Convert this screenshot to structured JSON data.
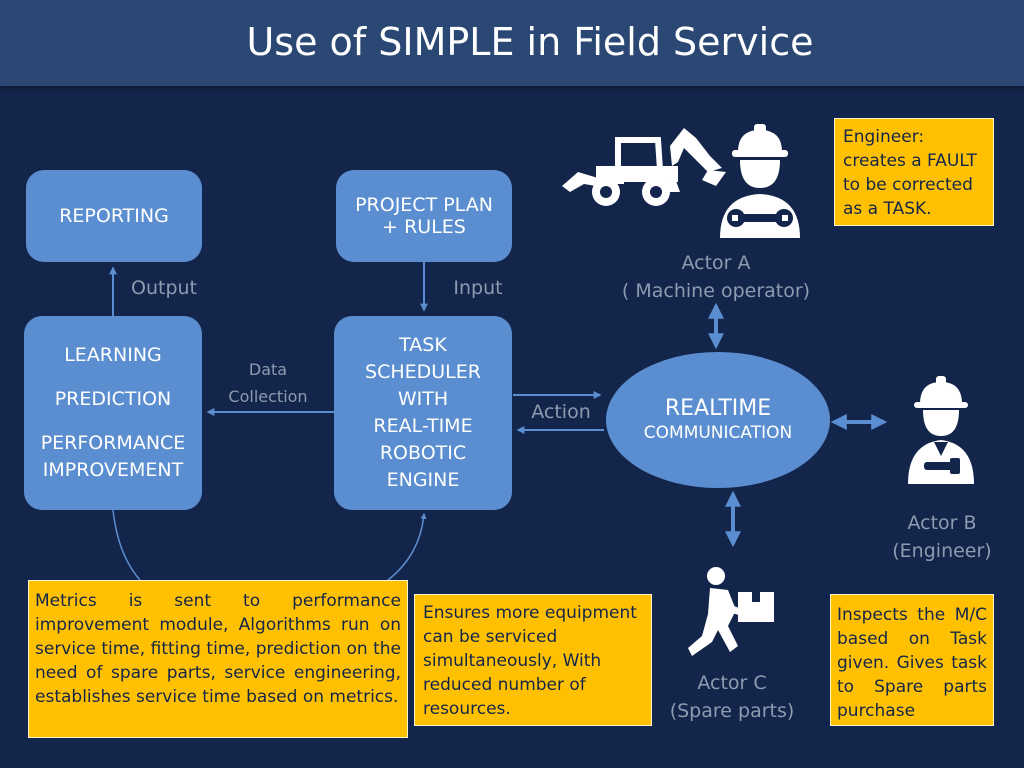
{
  "title": "Use of SIMPLE in Field Service",
  "boxes": {
    "reporting": "REPORTING",
    "project_plan_line1": "PROJECT PLAN",
    "project_plan_line2": "+ RULES",
    "learning": "LEARNING",
    "prediction": "PREDICTION",
    "performance_line1": "PERFORMANCE",
    "performance_line2": "IMPROVEMENT",
    "scheduler_lines": [
      "TASK",
      "SCHEDULER",
      "WITH",
      "REAL-TIME",
      "ROBOTIC",
      "ENGINE"
    ],
    "realtime_line1": "REALTIME",
    "realtime_line2": "COMMUNICATION"
  },
  "labels": {
    "output": "Output",
    "input": "Input",
    "data_line1": "Data",
    "data_line2": "Collection",
    "action": "Action",
    "actor_a_line1": "Actor A",
    "actor_a_line2": "( Machine operator)",
    "actor_b_line1": "Actor B",
    "actor_b_line2": "(Engineer)",
    "actor_c_line1": "Actor C",
    "actor_c_line2": "(Spare parts)"
  },
  "notes": {
    "engineer": "Engineer: creates a FAULT to be corrected as a TASK.",
    "metrics": "Metrics is sent to performance improvement module, Algorithms run on service time, fitting time, prediction on the need of spare parts, service engineering, establishes service time based on metrics.",
    "ensures": "Ensures more equipment can be serviced simultaneously, With reduced number of resources.",
    "inspects": "Inspects the M/C based on Task given. Gives task to Spare parts purchase"
  },
  "icons": [
    "backhoe-loader-icon",
    "worker-hardhat-wrench-icon",
    "engineer-hardhat-hammer-icon",
    "delivery-person-box-icon"
  ],
  "colors": {
    "background": "#13254a",
    "header": "#2b4774",
    "node": "#5b8ed0",
    "note": "#ffc000",
    "arrow": "#5b8ed0"
  }
}
